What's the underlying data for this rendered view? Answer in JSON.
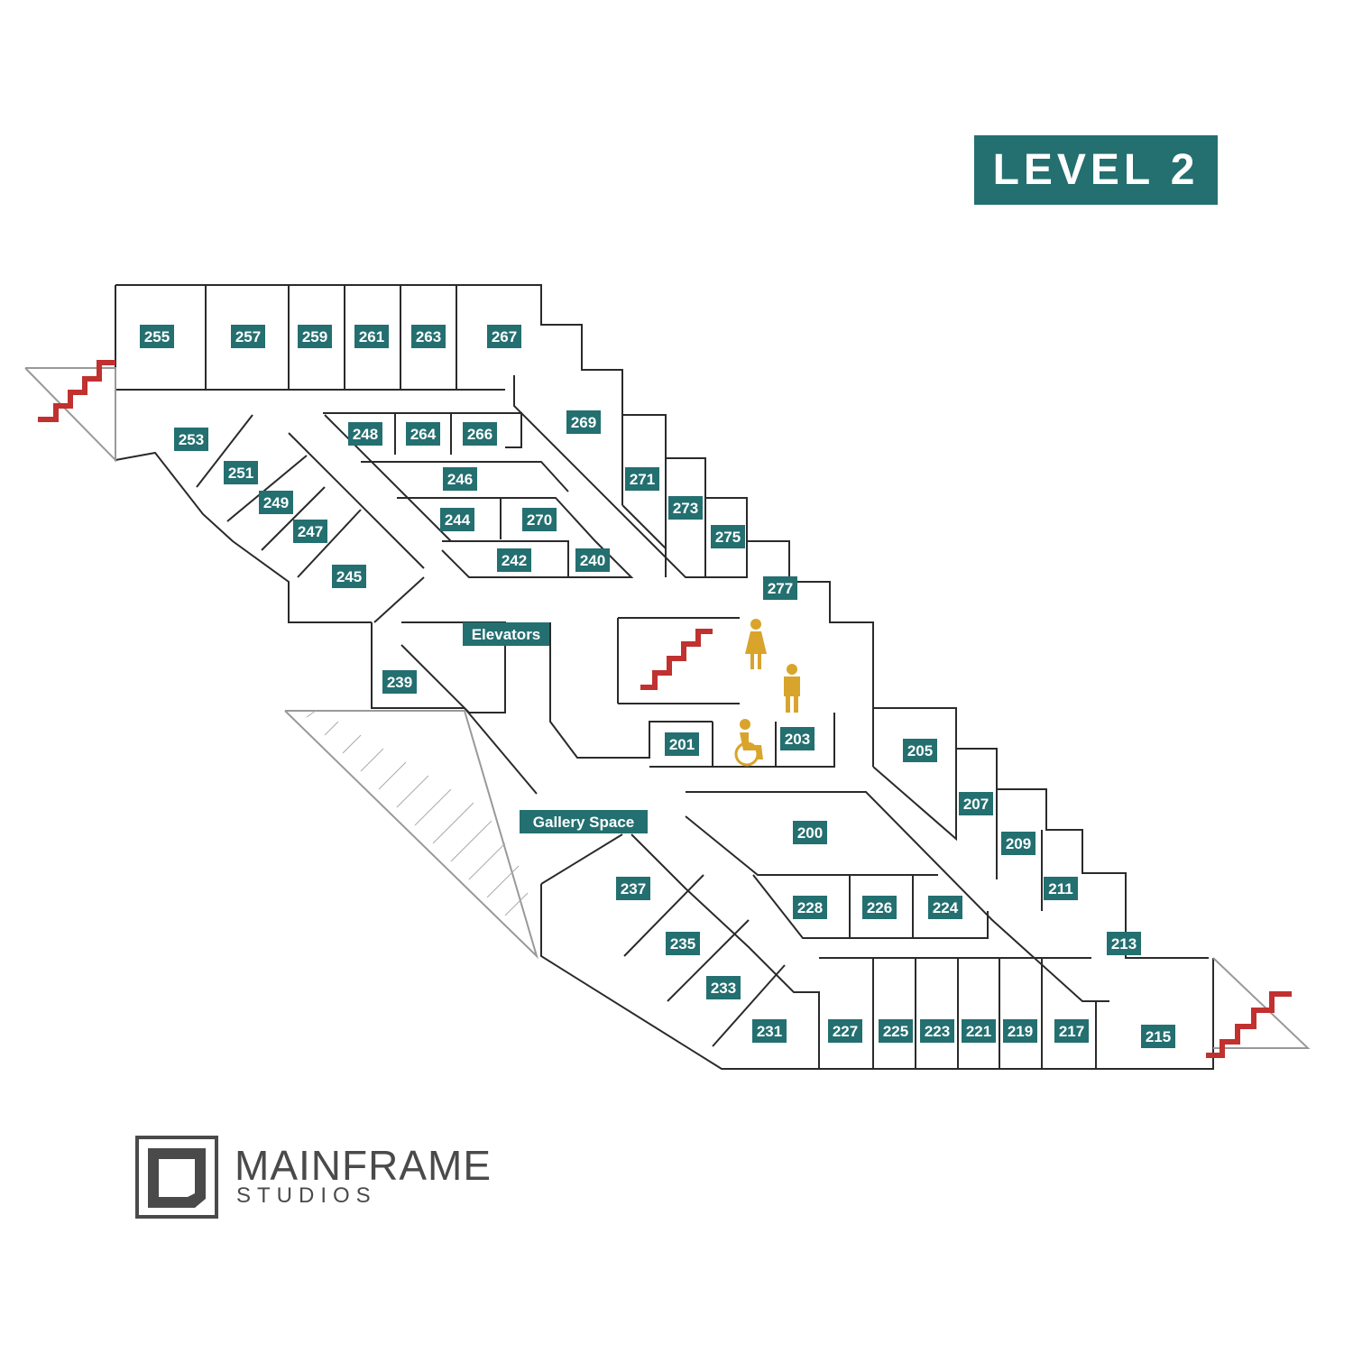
{
  "level_label": "LEVEL 2",
  "colors": {
    "label_bg": "#246f70",
    "label_text": "#ffffff",
    "stairs": "#c0312f",
    "restroom_icon": "#d8a42b",
    "walls": "#2a2a2a",
    "logo": "#4a4a4a"
  },
  "rooms": [
    "255",
    "257",
    "259",
    "261",
    "263",
    "267",
    "253",
    "248",
    "264",
    "266",
    "269",
    "251",
    "246",
    "271",
    "249",
    "244",
    "270",
    "273",
    "247",
    "275",
    "242",
    "240",
    "245",
    "277",
    "239",
    "201",
    "203",
    "205",
    "207",
    "200",
    "209",
    "237",
    "228",
    "226",
    "224",
    "211",
    "213",
    "235",
    "233",
    "231",
    "227",
    "225",
    "223",
    "221",
    "219",
    "217",
    "215"
  ],
  "areas": {
    "elevators": "Elevators",
    "gallery": "Gallery Space"
  },
  "icons": [
    "stairs-icon",
    "women-restroom-icon",
    "men-restroom-icon",
    "accessible-restroom-icon",
    "mainframe-logo-icon"
  ],
  "logo": {
    "name": "MAINFRAME",
    "sub": "STUDIOS"
  }
}
